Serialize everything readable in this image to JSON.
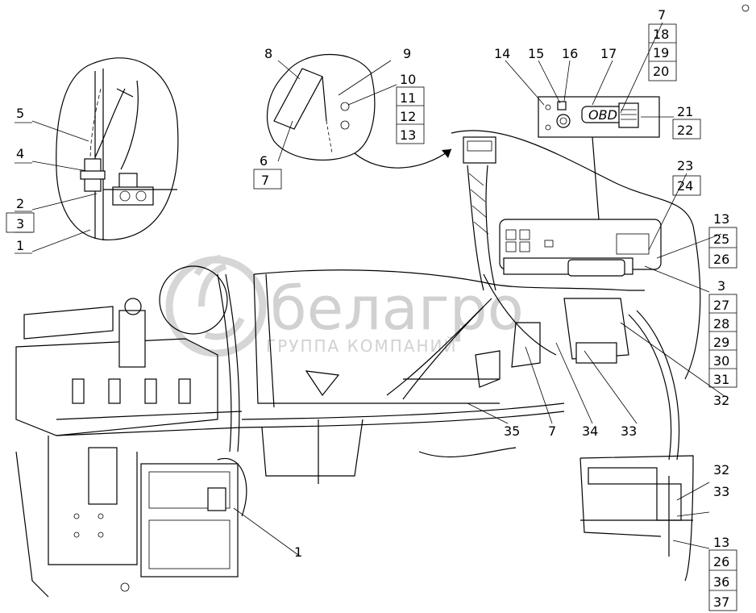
{
  "watermark": {
    "brand": "белагро",
    "tagline": "ГРУППА КОМПАНИЙ"
  },
  "obd_panel": {
    "connector_text": "OBD"
  },
  "callouts": {
    "l1a": "1",
    "l1b": "1",
    "l2": "2",
    "l3a": "3",
    "l3b": "3",
    "l4": "4",
    "l5": "5",
    "l6": "6",
    "l7a": "7",
    "l7b": "7",
    "l7c": "7",
    "l8": "8",
    "l9": "9",
    "l10": "10",
    "l11": "11",
    "l12": "12",
    "l13a": "13",
    "l13b": "13",
    "l13c": "13",
    "l14": "14",
    "l15": "15",
    "l16": "16",
    "l17": "17",
    "l18": "18",
    "l19": "19",
    "l20": "20",
    "l21": "21",
    "l22": "22",
    "l23": "23",
    "l24": "24",
    "l25": "25",
    "l26a": "26",
    "l26b": "26",
    "l27": "27",
    "l28": "28",
    "l29": "29",
    "l30": "30",
    "l31": "31",
    "l32a": "32",
    "l32b": "32",
    "l33a": "33",
    "l33b": "33",
    "l34": "34",
    "l35": "35",
    "l36": "36",
    "l37": "37"
  }
}
